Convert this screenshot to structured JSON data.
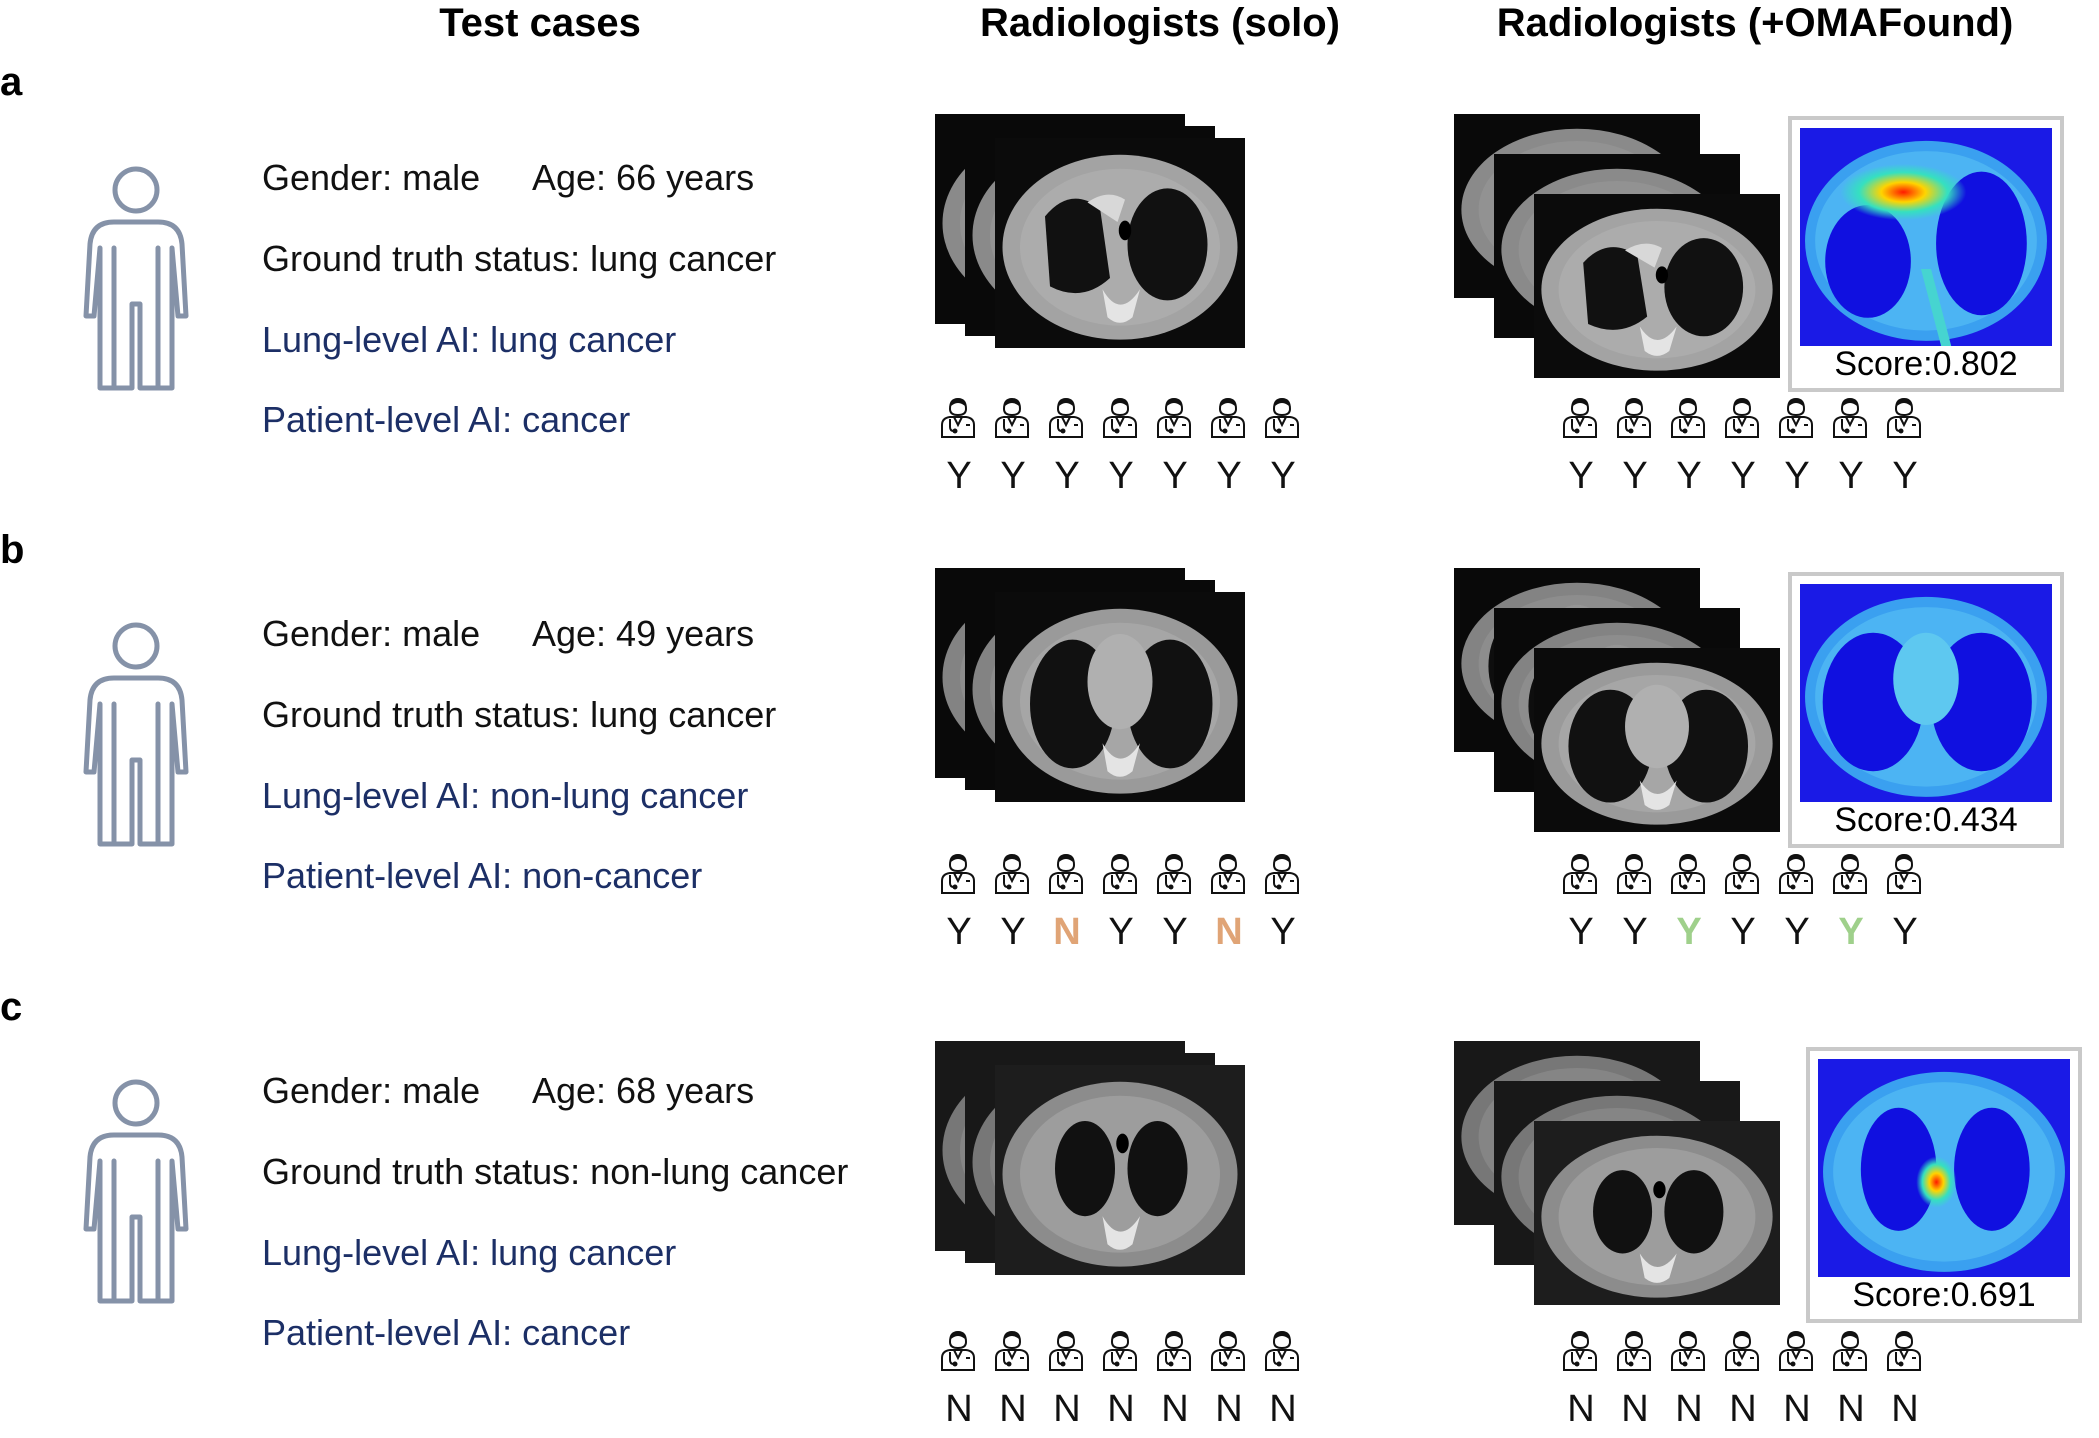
{
  "headers": {
    "test_cases": "Test cases",
    "solo": "Radiologists (solo)",
    "omafound": "Radiologists (+OMAFound)"
  },
  "colors": {
    "ai_text": "#1c2f66",
    "vote_changed_wrong": "#e0a476",
    "vote_changed_right": "#9fd08b",
    "person_icon": "#8592a8"
  },
  "cases": [
    {
      "panel": "a",
      "gender_label": "Gender: male",
      "age_label": "Age:  66 years",
      "ground_truth": "Ground truth status:  lung cancer",
      "lung_ai": "Lung-level AI: lung cancer",
      "patient_ai": "Patient-level AI: cancer",
      "score": "Score:0.802",
      "solo_votes": [
        "Y",
        "Y",
        "Y",
        "Y",
        "Y",
        "Y",
        "Y"
      ],
      "solo_vote_colors": [
        "",
        "",
        "",
        "",
        "",
        "",
        ""
      ],
      "oma_votes": [
        "Y",
        "Y",
        "Y",
        "Y",
        "Y",
        "Y",
        "Y"
      ],
      "oma_vote_colors": [
        "",
        "",
        "",
        "",
        "",
        "",
        ""
      ]
    },
    {
      "panel": "b",
      "gender_label": "Gender: male",
      "age_label": "Age:  49 years",
      "ground_truth": "Ground truth status:  lung cancer",
      "lung_ai": "Lung-level AI: non-lung cancer",
      "patient_ai": "Patient-level AI: non-cancer",
      "score": "Score:0.434",
      "solo_votes": [
        "Y",
        "Y",
        "N",
        "Y",
        "Y",
        "N",
        "Y"
      ],
      "solo_vote_colors": [
        "",
        "",
        "orange",
        "",
        "",
        "orange",
        ""
      ],
      "oma_votes": [
        "Y",
        "Y",
        "Y",
        "Y",
        "Y",
        "Y",
        "Y"
      ],
      "oma_vote_colors": [
        "",
        "",
        "green",
        "",
        "",
        "green",
        ""
      ]
    },
    {
      "panel": "c",
      "gender_label": "Gender: male",
      "age_label": "Age:  68 years",
      "ground_truth": "Ground truth status:  non-lung cancer",
      "lung_ai": "Lung-level AI: lung cancer",
      "patient_ai": "Patient-level AI: cancer",
      "score": "Score:0.691",
      "solo_votes": [
        "N",
        "N",
        "N",
        "N",
        "N",
        "N",
        "N"
      ],
      "solo_vote_colors": [
        "",
        "",
        "",
        "",
        "",
        "",
        ""
      ],
      "oma_votes": [
        "N",
        "N",
        "N",
        "N",
        "N",
        "N",
        "N"
      ],
      "oma_vote_colors": [
        "",
        "",
        "",
        "",
        "",
        "",
        ""
      ]
    }
  ]
}
